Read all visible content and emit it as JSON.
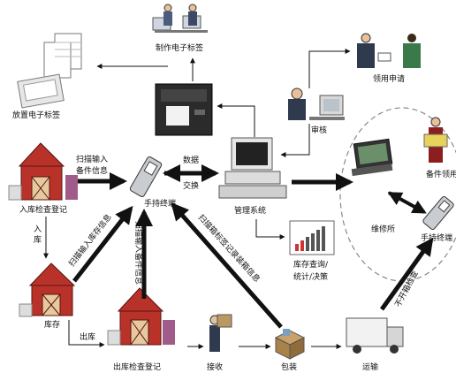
{
  "labels": {
    "make_tag": "制作电子标签",
    "place_tag": "放置电子标签",
    "apply": "领用申请",
    "review": "审核",
    "parts_apply": "备件领用",
    "scan_in": "扫描输入",
    "parts_info": "备件信息",
    "data": "数据",
    "exchange": "交换",
    "handheld": "手持终端",
    "mgmt_system": "管理系统",
    "maintenance": "维修所",
    "handheld_right": "手持终端",
    "in_check": "入库检查登记",
    "in_stock_1": "入",
    "in_stock_2": "库",
    "scan_in_stock_info": "扫描输入库存信息",
    "scan_out_stock_info": "扫描输入备件信息",
    "scan_pack_info": "扫描箱标签记录装箱信息",
    "query": "库存查询/",
    "stats": "统计/决策",
    "warehouse": "库存",
    "out_stock": "出库",
    "out_check": "出库检查登记",
    "receive": "接收",
    "pack": "包装",
    "transport": "运输",
    "unopened_check": "不开箱检查"
  }
}
